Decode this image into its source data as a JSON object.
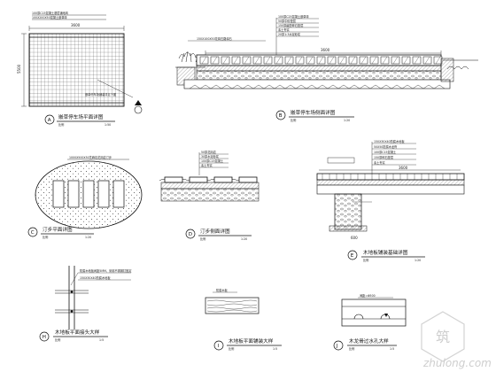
{
  "drawing": {
    "plan_parking": {
      "title": "嵌草停车场平面详图",
      "scale": "比例",
      "scale_value": "1:50",
      "symbol": "A",
      "dim_top": "3600",
      "dim_left": "5500",
      "notes": [
        "100厚C15混凝土基层铺地砖",
        "100X200X50混凝土嵌草砖",
        "嵌草停车场铺装详见下图"
      ]
    },
    "section_parking": {
      "title": "嵌草停车场侧面详图",
      "scale": "比例",
      "scale_value": "1:20",
      "symbol": "B",
      "dim_top": "3600",
      "notes": [
        "100厚C25混凝土嵌草砖",
        "50厚中砂垫层",
        "150厚级配碎石垫层",
        "素土夯实",
        "20厚1:3水泥砂浆",
        "150X100X50花岗石路缘石"
      ]
    },
    "plan_stepping": {
      "title": "汀步平面详图",
      "scale": "比例",
      "scale_value": "1:20",
      "symbol": "C",
      "dim_top": "1000X500X50芝麻灰花岗岩汀步"
    },
    "section_stepping": {
      "title": "汀步侧面详图",
      "scale": "比例",
      "scale_value": "1:20",
      "symbol": "D",
      "notes": [
        "50厚花岗岩",
        "30厚水泥砂浆",
        "100厚C15混凝土",
        "素土夯实"
      ]
    },
    "section_deck": {
      "title": "木地板铺装基础详图",
      "scale": "比例",
      "scale_value": "1:20",
      "symbol": "E",
      "notes": [
        "150X30X40防腐木地板",
        "50X50防腐木龙骨",
        "100厚C15混凝土",
        "150厚碎石垫层",
        "素土夯实"
      ],
      "dim_width": "3600",
      "dim_width2": "600"
    },
    "detail_joint": {
      "title": "木地板平面接头大样",
      "scale": "比例",
      "scale_value": "1:5",
      "symbol": "H",
      "notes": [
        "防腐木地板间距5MM，采用不锈钢钉固定",
        "150X30X40防腐木地板"
      ]
    },
    "detail_board": {
      "title": "木地板平面铺装大样",
      "scale": "比例",
      "scale_value": "1:5",
      "symbol": "I",
      "notes": [
        "防腐木板"
      ]
    },
    "detail_drain": {
      "title": "木龙骨过水孔大样",
      "scale": "比例",
      "scale_value": "1:5",
      "symbol": "J",
      "notes": [
        "间距=Φ500"
      ]
    },
    "watermark": {
      "brand": "zhulong.com",
      "logo_text": "筑"
    }
  }
}
